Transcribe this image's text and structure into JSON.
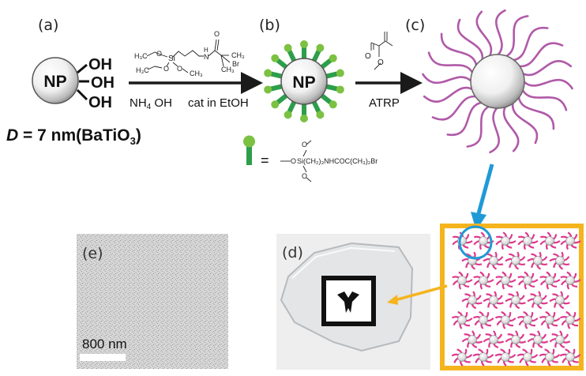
{
  "panels": {
    "a": "(a)",
    "b": "(b)",
    "c": "(c)",
    "d": "(d)",
    "e": "(e)"
  },
  "np": {
    "label_a": "NP",
    "label_b": "NP",
    "oh_top": "OH",
    "oh_mid": "OH",
    "oh_bot": "OH"
  },
  "size_caption": {
    "symbol": "D",
    "rest": " = 7 nm(BaTiO",
    "sub": "3",
    "close": ")"
  },
  "step1": {
    "reagent_left": "NH",
    "reagent_left_sub": "4",
    "reagent_left_tail": " OH",
    "reagent_right": "cat in EtOH",
    "silane": {
      "h3c_top": "H₃C",
      "o_top": "O",
      "si": "Si",
      "o_left": "O",
      "o_right": "O",
      "h3c_left": "H₃C",
      "ch3_right": "CH₃",
      "h": "H",
      "n": "N",
      "o_carbonyl": "O",
      "ch3_a": "CH₃",
      "ch3_b": "CH₃",
      "br": "Br"
    }
  },
  "step2": {
    "label": "ATRP",
    "monomer_o1": "O",
    "monomer_o2": "O"
  },
  "legend": {
    "equals": "=",
    "o_top": "O",
    "o_mid": "O",
    "o_bot": "O",
    "si_chain": "Si(CH₂)₃NHCOC(CH₃)₂Br"
  },
  "scale_bar": "800 nm",
  "colors": {
    "green": "#2d9e4a",
    "green_tip": "#7bc142",
    "magenta": "#b05aa8",
    "pink": "#e0388f",
    "blue": "#1f9ad6",
    "orange": "#f5b41e"
  }
}
